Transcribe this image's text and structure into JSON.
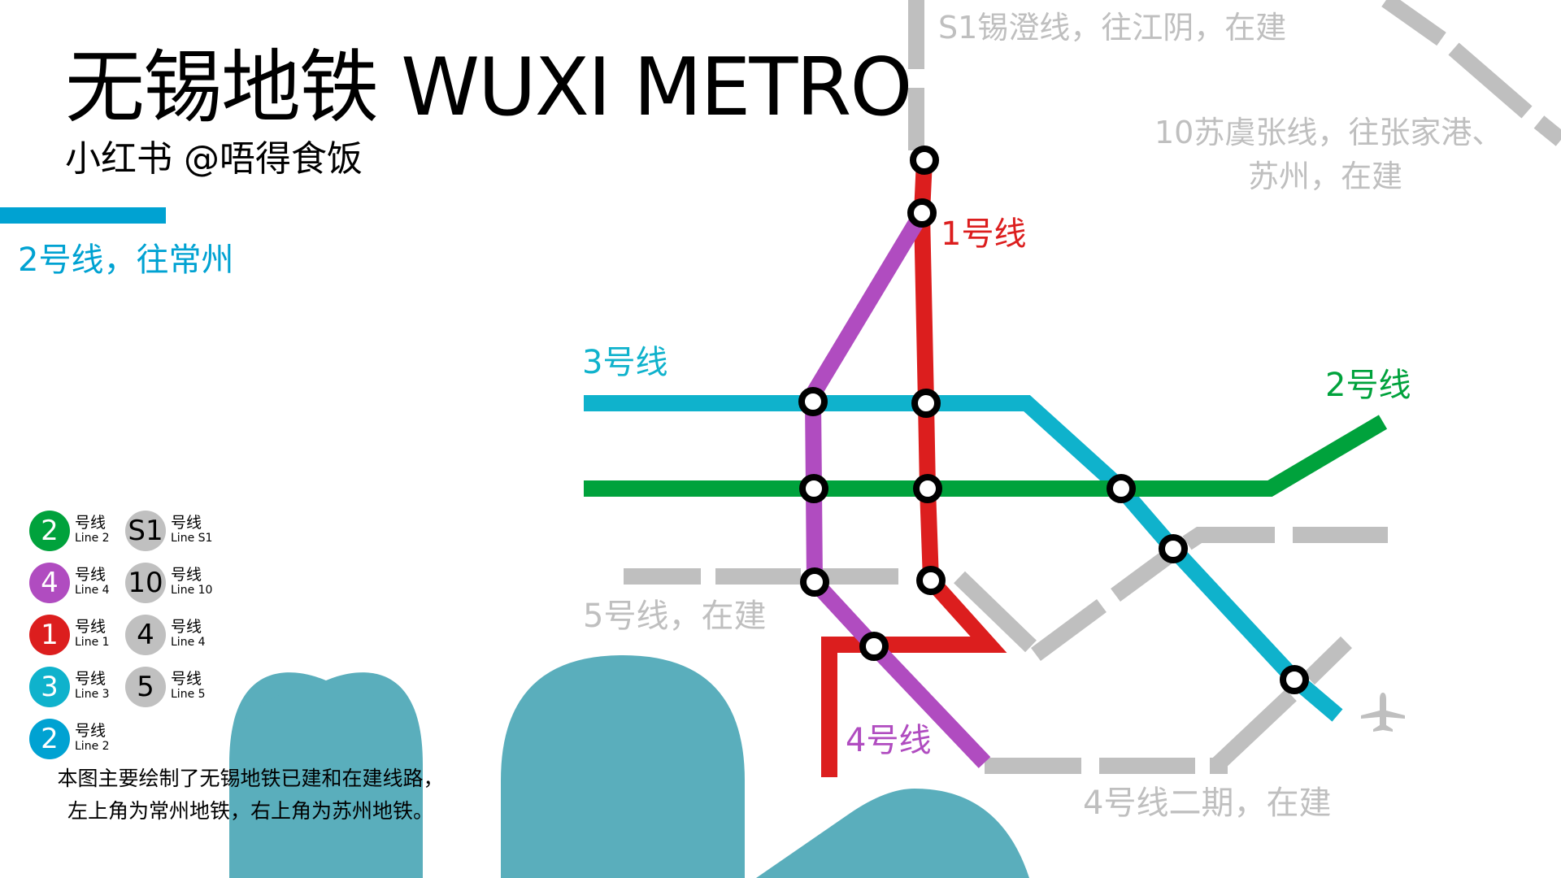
{
  "header": {
    "title": "无锡地铁 WUXI METRO",
    "subtitle": "小红书 @唔得食饭"
  },
  "colors": {
    "line1": "#dc1e1e",
    "line2": "#00a23c",
    "line3": "#0fb2cc",
    "line4": "#b04cc0",
    "changzhou_line2": "#00a2d2",
    "under_construction": "#bfbfbf",
    "hills": "#5aaebc"
  },
  "map_labels": {
    "changzhou_line2": "2号线，往常州",
    "s1": "S1锡澄线，往江阴，在建",
    "line10_a": "10苏虞张线，往张家港、",
    "line10_b": "苏州，在建",
    "line1": "1号线",
    "line3": "3号线",
    "line2": "2号线",
    "line5": "5号线，在建",
    "line4": "4号线",
    "line4_phase2": "4号线二期，在建"
  },
  "legend": [
    {
      "badge": "2",
      "cn": "号线",
      "en": "Line 2",
      "color": "#00a23c",
      "grey": false
    },
    {
      "badge": "4",
      "cn": "号线",
      "en": "Line 4",
      "color": "#b04cc0",
      "grey": false
    },
    {
      "badge": "1",
      "cn": "号线",
      "en": "Line 1",
      "color": "#dc1e1e",
      "grey": false
    },
    {
      "badge": "3",
      "cn": "号线",
      "en": "Line 3",
      "color": "#0fb2cc",
      "grey": false
    },
    {
      "badge": "2",
      "cn": "号线",
      "en": "Line 2",
      "color": "#00a2d2",
      "grey": false
    },
    {
      "badge": "S1",
      "cn": "号线",
      "en": "Line S1",
      "color": "#c0c0c0",
      "grey": true
    },
    {
      "badge": "10",
      "cn": "号线",
      "en": "Line 10",
      "color": "#c0c0c0",
      "grey": true
    },
    {
      "badge": "4",
      "cn": "号线",
      "en": "Line 4",
      "color": "#c0c0c0",
      "grey": true
    },
    {
      "badge": "5",
      "cn": "号线",
      "en": "Line 5",
      "color": "#c0c0c0",
      "grey": true
    }
  ],
  "note": {
    "line1": "本图主要绘制了无锡地铁已建和在建线路，",
    "line2": "左上角为常州地铁，右上角为苏州地铁。"
  },
  "icons": {
    "airport": "airplane-icon"
  }
}
